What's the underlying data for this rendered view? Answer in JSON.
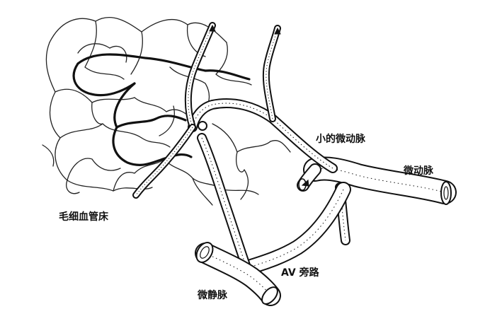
{
  "labels": {
    "small_arteriole": "小的微动脉",
    "arteriole": "微动脉",
    "capillary_bed": "毛细血管床",
    "av_shunt": "AV 旁路",
    "venule": "微静脉"
  }
}
